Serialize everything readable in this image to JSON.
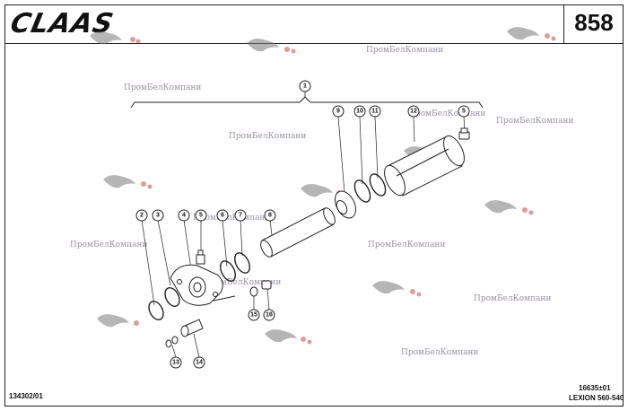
{
  "header": {
    "brand": "CLAAS",
    "page_number": "858"
  },
  "watermark": "ПромБелКомпани",
  "callouts": [
    "1",
    "2",
    "3",
    "4",
    "5",
    "6",
    "7",
    "8",
    "9",
    "10",
    "11",
    "12",
    "5",
    "13",
    "14",
    "15",
    "16"
  ],
  "footer": {
    "drawing_id": "134302/01",
    "ref_code": "16635±01",
    "model": "LEXION 560-540"
  },
  "colors": {
    "ink": "#222222",
    "watermark": "#9b8fa3",
    "watermark_logo": "#c24a4a"
  }
}
